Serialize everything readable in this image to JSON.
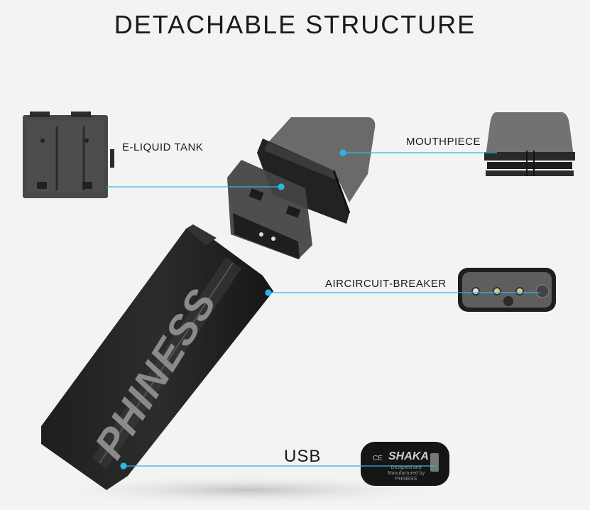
{
  "title": "DETACHABLE STRUCTURE",
  "labels": {
    "tank": "E-LIQUID TANK",
    "mouthpiece": "MOUTHPIECE",
    "breaker": "AIRCIRCUIT-BREAKER",
    "usb": "USB"
  },
  "product": {
    "brand": "PHINESS",
    "model": "SHAKA",
    "badge_line1": "Designed and",
    "badge_line2": "Manufactured by",
    "badge_line3": "PHINESS",
    "ce_mark": "CE"
  },
  "colors": {
    "accent_line": "#2bb6e6",
    "device_body": "#262626",
    "background": "#f3f3f3"
  }
}
